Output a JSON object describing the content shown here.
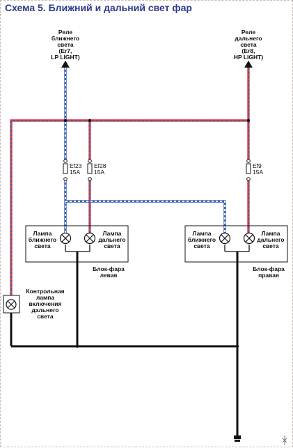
{
  "title": "Схема 5. Ближний и дальний свет фар",
  "relay_low": [
    "Реле",
    "ближнего",
    "света",
    "(Er7,",
    "LP LIGHT)"
  ],
  "relay_high": [
    "Реле",
    "дальнего",
    "света",
    "(Er8,",
    "HP LIGHT)"
  ],
  "fuses": [
    {
      "name": "Ef23",
      "rating": "15A"
    },
    {
      "name": "Ef28",
      "rating": "15A"
    },
    {
      "name": "Ef9",
      "rating": "15A"
    }
  ],
  "headlamp_left": {
    "low_beam": [
      "Лампа",
      "ближнего",
      "света"
    ],
    "high_beam": [
      "Лампа",
      "дальнего",
      "света"
    ],
    "caption": [
      "Блок-фара",
      "левая"
    ]
  },
  "headlamp_right": {
    "low_beam": [
      "Лампа",
      "ближнего",
      "света"
    ],
    "high_beam": [
      "Лампа",
      "дальнего",
      "света"
    ],
    "caption": [
      "Блок-фара",
      "правая"
    ]
  },
  "indicator": [
    "Контрольная",
    "лампа",
    "включения",
    "дальнего",
    "света"
  ],
  "colors": {
    "wire_blue": "#3d5fb0",
    "wire_red": "#d04848",
    "wire_stripe": "#ffffff",
    "wire_black": "#111111",
    "title": "#2d3a8c"
  }
}
